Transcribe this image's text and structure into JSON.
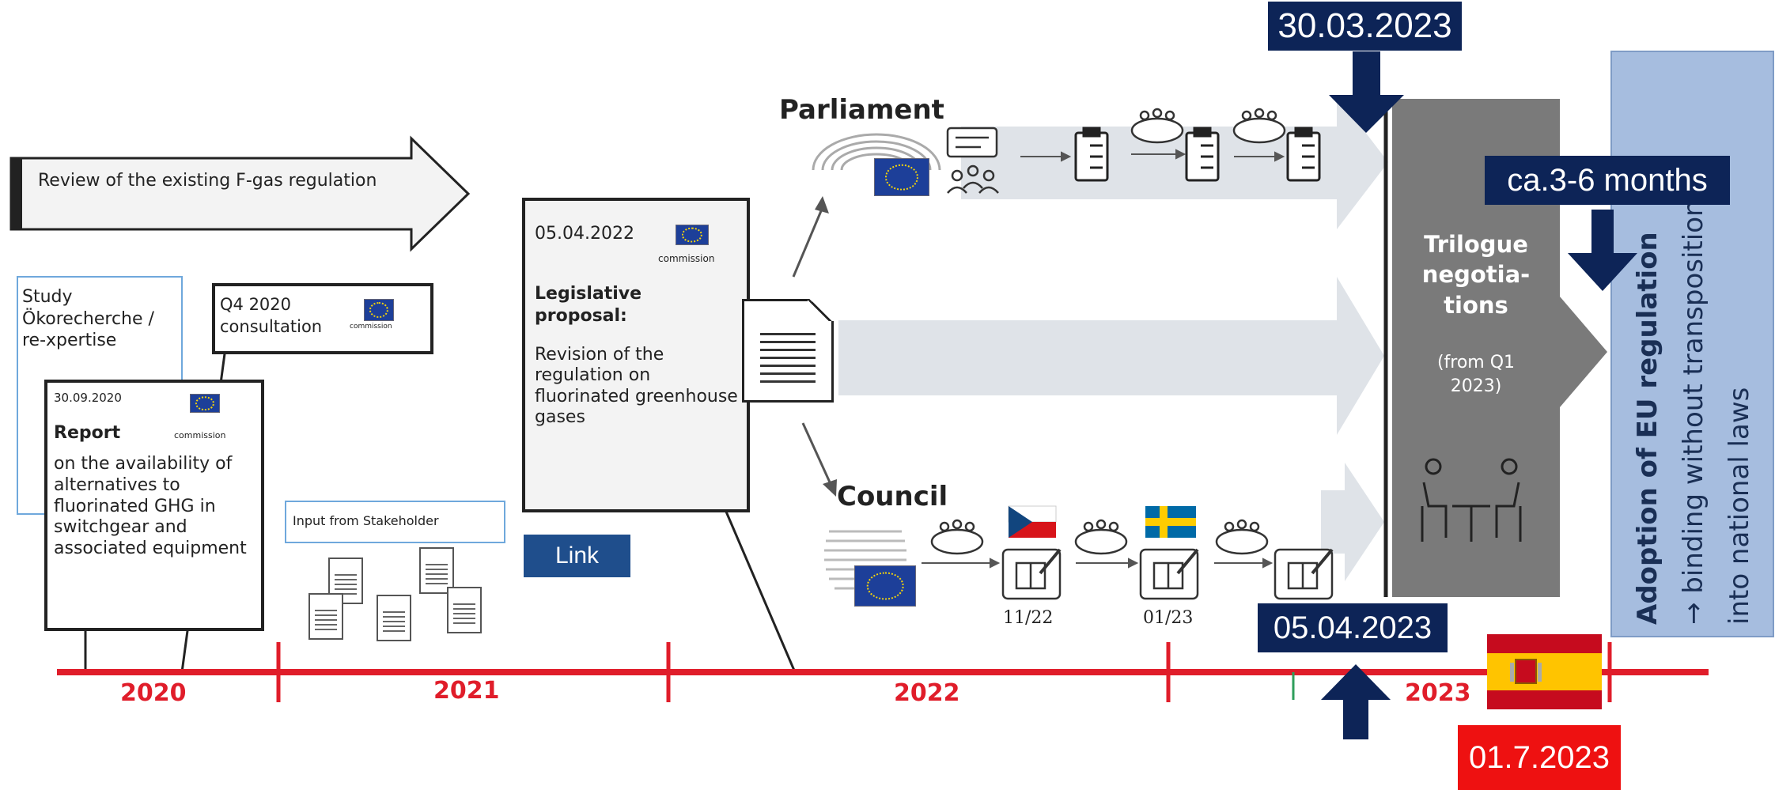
{
  "review_arrow": "Review of the existing F-gas regulation",
  "study_box": "Study Ökorecherche / re-xpertise",
  "consultation": {
    "date": "Q4 2020",
    "text": "consultation",
    "org": "commission"
  },
  "report": {
    "date": "30.09.2020",
    "title": "Report",
    "org": "commission",
    "body": "on the availability of alternatives to fluorinated GHG in switchgear and associated equipment"
  },
  "stakeholder": "Input from Stakeholder",
  "proposal": {
    "date": "05.04.2022",
    "org": "commission",
    "title": "Legislative proposal:",
    "body": "Revision of the regulation on fluorinated greenhouse gases"
  },
  "link_button": "Link",
  "parliament": "Parliament",
  "council": "Council",
  "council_dates": [
    "11/22",
    "01/23"
  ],
  "trilogue": {
    "title": "Trilogue negotia-tions",
    "sub": "(from Q1 2023)"
  },
  "adoption": {
    "title": "Adoption of EU regulation",
    "line2": "→ binding without transposition",
    "line3": "into national laws"
  },
  "callouts": {
    "top_date": "30.03.2023",
    "months": "ca.3-6 months",
    "bottom_date": "05.04.2023",
    "spain_date": "01.7.2023"
  },
  "years": [
    "2020",
    "2021",
    "2022",
    "2023"
  ],
  "colors": {
    "timeline": "#e01d2a",
    "navy": "#0d2457",
    "link": "#1f4e8c",
    "trilogue": "#7a7a7a",
    "adoption": "#a6bddf",
    "flow": "#dfe3e8",
    "spain_red": "#c60b1e",
    "spain_yellow": "#ffc400"
  },
  "icons": [
    "eu-flag-icon",
    "document-icon",
    "parliament-hemicycle-icon",
    "speech-bubble-icon",
    "people-icon",
    "checklist-icon",
    "meeting-table-icon",
    "czech-flag-icon",
    "sweden-flag-icon",
    "spain-flag-icon",
    "negotiation-icon",
    "arrow-down-icon",
    "arrow-up-icon"
  ]
}
